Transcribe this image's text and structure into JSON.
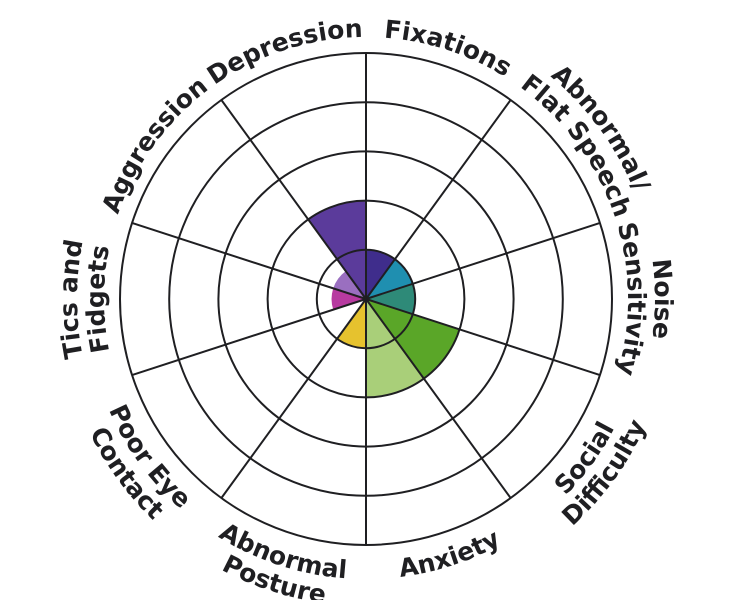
{
  "chart_data": {
    "type": "polar-area",
    "ring_count": 5,
    "rmax": 5,
    "categories": [
      {
        "lines": [
          "Fixations"
        ],
        "value": 1.0,
        "color": "#3f2d8c"
      },
      {
        "lines": [
          "Abnormal/",
          "Flat Speech"
        ],
        "value": 1.0,
        "color": "#1f8fb0"
      },
      {
        "lines": [
          "Noise",
          "Sensitivity"
        ],
        "value": 1.0,
        "color": "#2e8a78"
      },
      {
        "lines": [
          "Social",
          "Difficulty"
        ],
        "value": 2.0,
        "color": "#5aa628"
      },
      {
        "lines": [
          "Anxiety"
        ],
        "value": 2.0,
        "color": "#a9cf79"
      },
      {
        "lines": [
          "Abnormal",
          "Posture"
        ],
        "value": 1.0,
        "color": "#e6c22e"
      },
      {
        "lines": [
          "Poor Eye",
          "Contact"
        ],
        "value": 0.0,
        "color": "#cccccc"
      },
      {
        "lines": [
          "Tics and",
          "Fidgets"
        ],
        "value": 0.7,
        "color": "#b73aa0"
      },
      {
        "lines": [
          "Aggression"
        ],
        "value": 0.7,
        "color": "#9a6fc0"
      },
      {
        "lines": [
          "Depression"
        ],
        "value": 2.0,
        "color": "#5b3b9b"
      }
    ]
  }
}
